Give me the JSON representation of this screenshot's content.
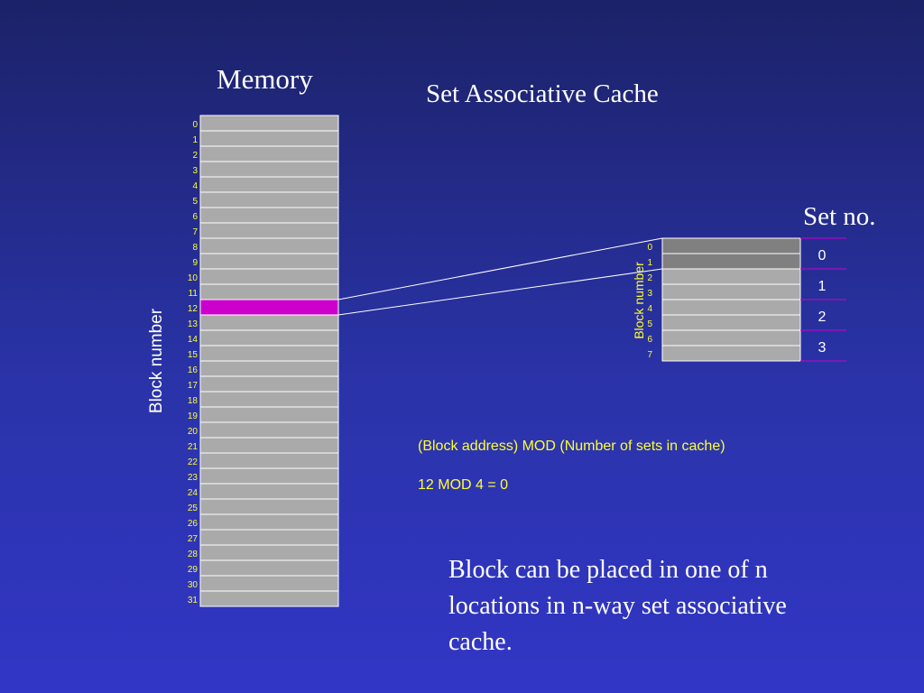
{
  "titles": {
    "memory": "Memory",
    "cache": "Set Associative Cache",
    "set_no": "Set no."
  },
  "axis": {
    "memory": "Block number",
    "cache": "Block number"
  },
  "memory": {
    "block_labels": [
      "0",
      "1",
      "2",
      "3",
      "4",
      "5",
      "6",
      "7",
      "8",
      "9",
      "10",
      "11",
      "12",
      "13",
      "14",
      "15",
      "16",
      "17",
      "18",
      "19",
      "20",
      "21",
      "22",
      "23",
      "24",
      "25",
      "26",
      "27",
      "28",
      "29",
      "30",
      "31"
    ],
    "highlighted_block": 12
  },
  "cache": {
    "block_labels": [
      "0",
      "1",
      "2",
      "3",
      "4",
      "5",
      "6",
      "7"
    ],
    "highlighted_blocks": [
      0,
      1
    ],
    "set_labels": [
      "0",
      "1",
      "2",
      "3"
    ]
  },
  "formula": "(Block address) MOD (Number of sets in cache)",
  "example": "12 MOD 4 = 0",
  "note": "Block can be placed in one of n locations in n-way set associative cache.",
  "colors": {
    "block_fill": "#aaaaaa",
    "block_stroke": "#ffffff",
    "highlight": "#cc00cc",
    "cache_highlight": "#808080",
    "label_yellow": "#ffff33",
    "set_line": "#cc00cc"
  }
}
